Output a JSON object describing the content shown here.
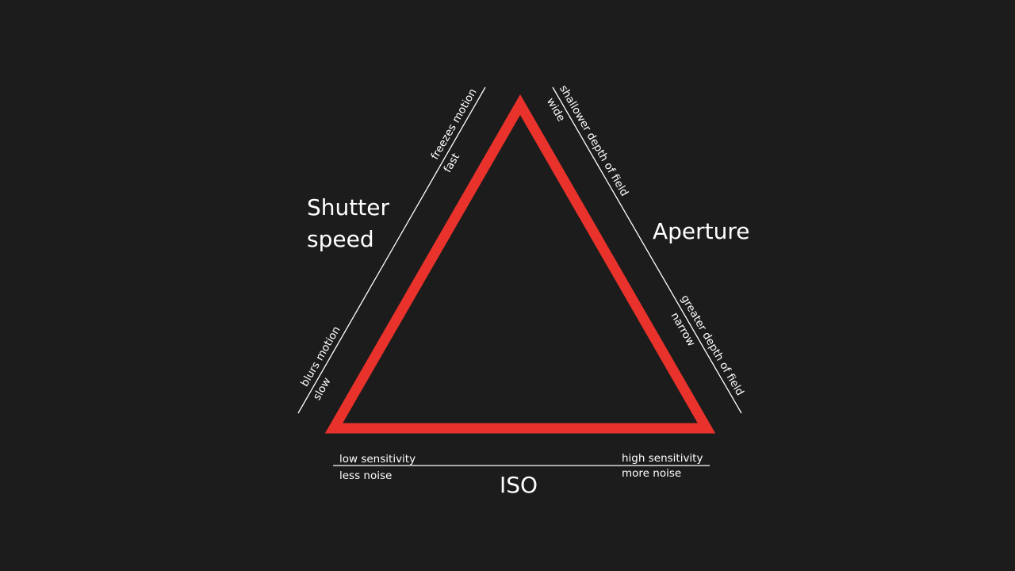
{
  "colors": {
    "background": "#1c1c1c",
    "triangle": "#e8322b",
    "text": "#ffffff"
  },
  "shutter": {
    "title_line1": "Shutter",
    "title_line2": "speed",
    "top_outer": "freezes motion",
    "top_inner": "fast",
    "bottom_outer": "blurs motion",
    "bottom_inner": "slow"
  },
  "aperture": {
    "title": "Aperture",
    "top_outer": "shallower depth of field",
    "top_inner": "wide",
    "bottom_outer": "greater depth of field",
    "bottom_inner": "narrow"
  },
  "iso": {
    "title": "ISO",
    "left_top": "low sensitivity",
    "left_bottom": "less noise",
    "right_top": "high sensitivity",
    "right_bottom": "more noise"
  }
}
